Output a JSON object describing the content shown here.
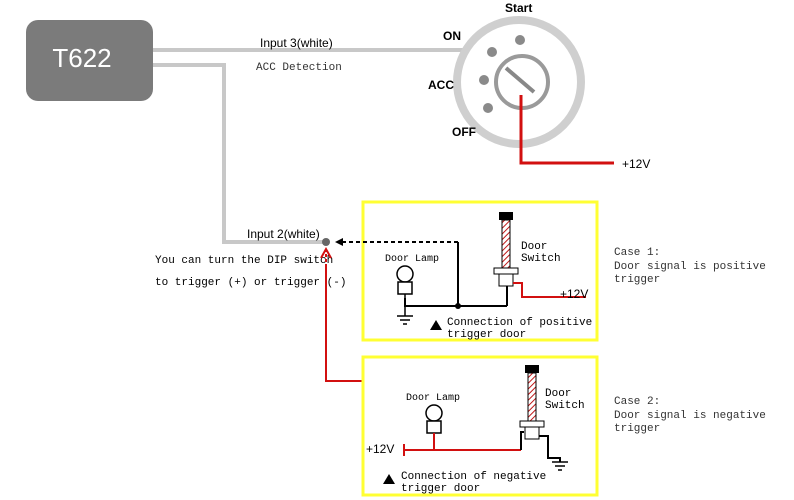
{
  "device": {
    "label": "T622"
  },
  "ignition": {
    "start_label": "Start",
    "on_label": "ON",
    "acc_label": "ACC",
    "off_label": "OFF",
    "supply_label": "+12V"
  },
  "wires": {
    "input3_label": "Input 3(white)",
    "acc_detection_label": "ACC Detection",
    "input2_label": "Input 2(white)"
  },
  "dip_note": {
    "line1": "You can turn the DIP switch",
    "line2": "to trigger (+) or trigger (-)"
  },
  "case1": {
    "door_lamp_label": "Door Lamp",
    "door_switch_line1": "Door",
    "door_switch_line2": "Switch",
    "supply_label": "+12V",
    "caption_line1": "Connection of positive",
    "caption_line2": "trigger door",
    "case_title": "Case 1:",
    "case_desc_line1": "Door signal is positive",
    "case_desc_line2": "trigger"
  },
  "case2": {
    "door_lamp_label": "Door Lamp",
    "door_switch_line1": "Door",
    "door_switch_line2": "Switch",
    "supply_label": "+12V",
    "caption_line1": "Connection of negative",
    "caption_line2": "trigger door",
    "case_title": "Case 2:",
    "case_desc_line1": "Door signal is negative",
    "case_desc_line2": "trigger"
  },
  "colors": {
    "device_fill": "#7b7b7b",
    "signal_wire": "#c8c8c8",
    "positive_wire": "#d21010",
    "case_border": "#ffff33",
    "ignition_ring": "#cfcfcf"
  }
}
